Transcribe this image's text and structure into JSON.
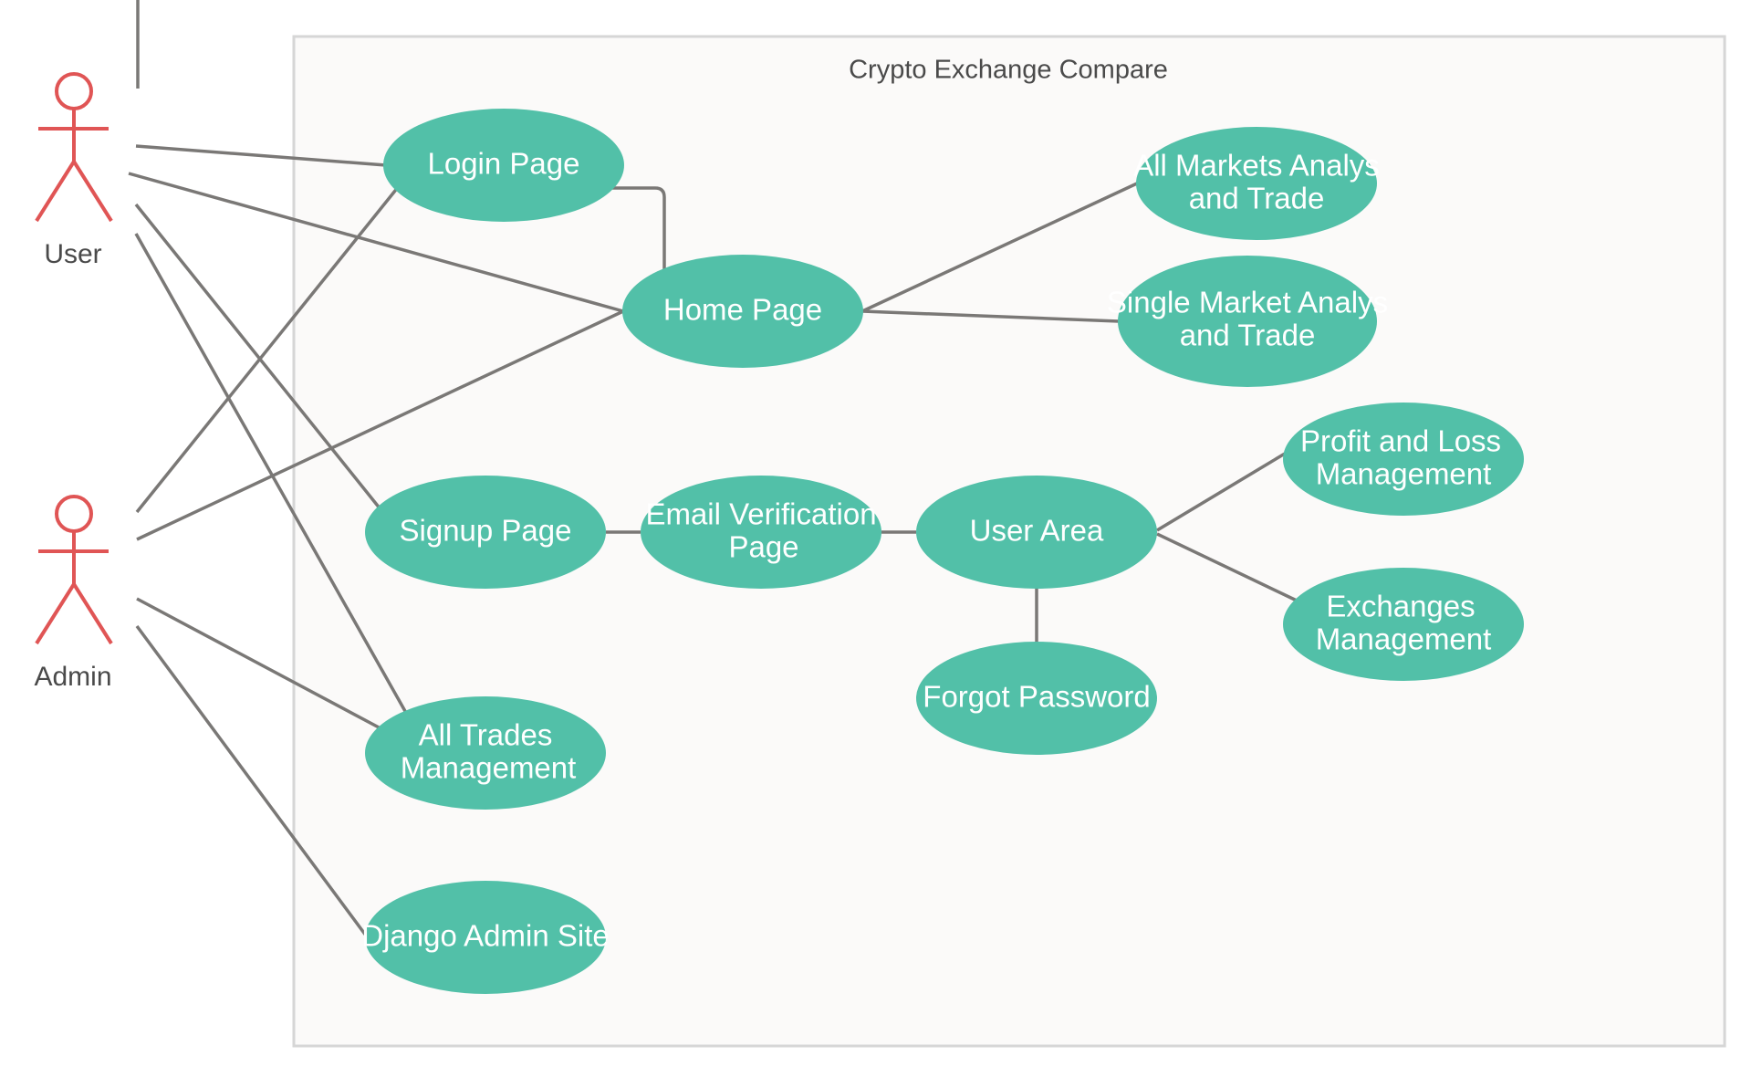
{
  "system": {
    "title": "Crypto Exchange Compare"
  },
  "actors": [
    {
      "id": "user",
      "label": "User"
    },
    {
      "id": "admin",
      "label": "Admin"
    }
  ],
  "use_cases": [
    {
      "id": "login",
      "lines": [
        "Login Page"
      ]
    },
    {
      "id": "home",
      "lines": [
        "Home Page"
      ]
    },
    {
      "id": "all_markets",
      "lines": [
        "All Markets Analys",
        "and Trade"
      ]
    },
    {
      "id": "single_market",
      "lines": [
        "Single Market Analys",
        "and Trade"
      ]
    },
    {
      "id": "signup",
      "lines": [
        "Signup Page"
      ]
    },
    {
      "id": "email_verif",
      "lines": [
        "Email Verification",
        "Page"
      ]
    },
    {
      "id": "user_area",
      "lines": [
        "User Area"
      ]
    },
    {
      "id": "profit_loss",
      "lines": [
        "Profit and Loss",
        "Management"
      ]
    },
    {
      "id": "exchanges",
      "lines": [
        "Exchanges",
        "Management"
      ]
    },
    {
      "id": "forgot_pw",
      "lines": [
        "Forgot Password"
      ]
    },
    {
      "id": "all_trades",
      "lines": [
        "All Trades",
        "Management"
      ]
    },
    {
      "id": "django_admin",
      "lines": [
        "Django Admin Site"
      ]
    }
  ],
  "associations": [
    [
      "user",
      "login"
    ],
    [
      "user",
      "home"
    ],
    [
      "user",
      "signup"
    ],
    [
      "user",
      "all_trades"
    ],
    [
      "admin",
      "login"
    ],
    [
      "admin",
      "home"
    ],
    [
      "admin",
      "all_trades"
    ],
    [
      "admin",
      "django_admin"
    ],
    [
      "login",
      "home"
    ],
    [
      "home",
      "all_markets"
    ],
    [
      "home",
      "single_market"
    ],
    [
      "signup",
      "email_verif"
    ],
    [
      "email_verif",
      "user_area"
    ],
    [
      "user_area",
      "profit_loss"
    ],
    [
      "user_area",
      "exchanges"
    ],
    [
      "user_area",
      "forgot_pw"
    ]
  ],
  "colors": {
    "use_case_fill": "#52c0a8",
    "actor_stroke": "#e05555",
    "connector": "#7a7876",
    "system_fill": "#fbfaf9",
    "system_border": "#d6d6d6"
  }
}
